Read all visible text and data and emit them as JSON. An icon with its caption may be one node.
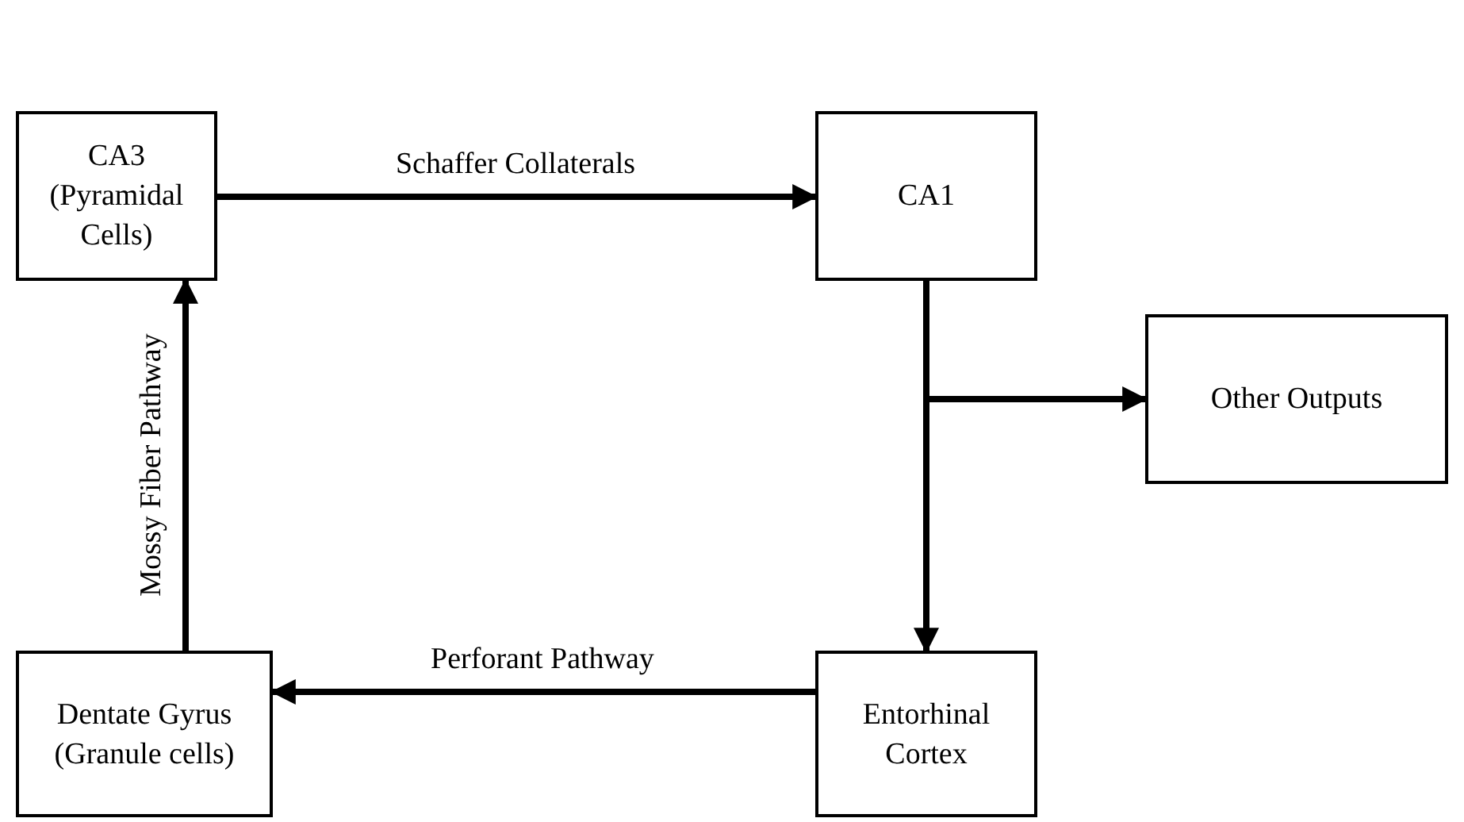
{
  "diagram": {
    "nodes": [
      {
        "text": [
          "CA3 (Pyramidal Cells)"
        ]
      },
      {
        "text": [
          "CA1"
        ]
      },
      {
        "text": [
          "Other Outputs"
        ]
      },
      {
        "text": [
          "Dentate Gyrus (Granule cells)"
        ]
      },
      {
        "text": [
          "Entorhinal Cortex"
        ]
      }
    ],
    "edges": [
      {
        "from": 0,
        "to": 1,
        "arrow": "to",
        "label": "Schaffer Collaterals"
      },
      {
        "from": 1,
        "to": 4,
        "arrow": "to"
      },
      {
        "from": 1,
        "to": 2,
        "arrow": "to"
      },
      {
        "from": 4,
        "to": 3,
        "arrow": "to",
        "label": "Perforant Pathway"
      },
      {
        "from": 3,
        "to": 0,
        "arrow": "to",
        "label": "Mossy Fiber Pathway"
      }
    ]
  }
}
